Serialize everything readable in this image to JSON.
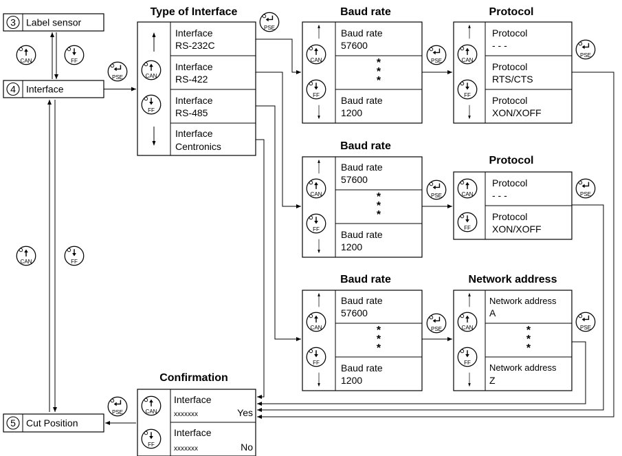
{
  "menu": {
    "label_sensor": {
      "num": "3",
      "label": "Label sensor"
    },
    "interface": {
      "num": "4",
      "label": "Interface"
    },
    "cut_position": {
      "num": "5",
      "label": "Cut Position"
    }
  },
  "keys": {
    "can": "CAN",
    "ff": "FF",
    "pse": "PSE"
  },
  "headings": {
    "type_of_interface": "Type of Interface",
    "baud_rate": "Baud rate",
    "protocol": "Protocol",
    "network_address": "Network address",
    "confirmation": "Confirmation"
  },
  "interface_types": [
    {
      "line1": "Interface",
      "line2": "RS-232C"
    },
    {
      "line1": "Interface",
      "line2": "RS-422"
    },
    {
      "line1": "Interface",
      "line2": "RS-485"
    },
    {
      "line1": "Interface",
      "line2": "Centronics"
    }
  ],
  "baud": {
    "line1": "Baud rate",
    "high": "57600",
    "low": "1200",
    "ellipsis": "*"
  },
  "protocol_full": [
    {
      "line1": "Protocol",
      "line2": "- - -"
    },
    {
      "line1": "Protocol",
      "line2": "RTS/CTS"
    },
    {
      "line1": "Protocol",
      "line2": "XON/XOFF"
    }
  ],
  "protocol_short": [
    {
      "line1": "Protocol",
      "line2": "- - -"
    },
    {
      "line1": "Protocol",
      "line2": "XON/XOFF"
    }
  ],
  "network": {
    "line1": "Network address",
    "first": "A",
    "last": "Z"
  },
  "confirmation": {
    "yes": {
      "line1": "Interface",
      "line2": "xxxxxxx",
      "answer": "Yes"
    },
    "no": {
      "line1": "Interface",
      "line2": "xxxxxxx",
      "answer": "No"
    }
  }
}
